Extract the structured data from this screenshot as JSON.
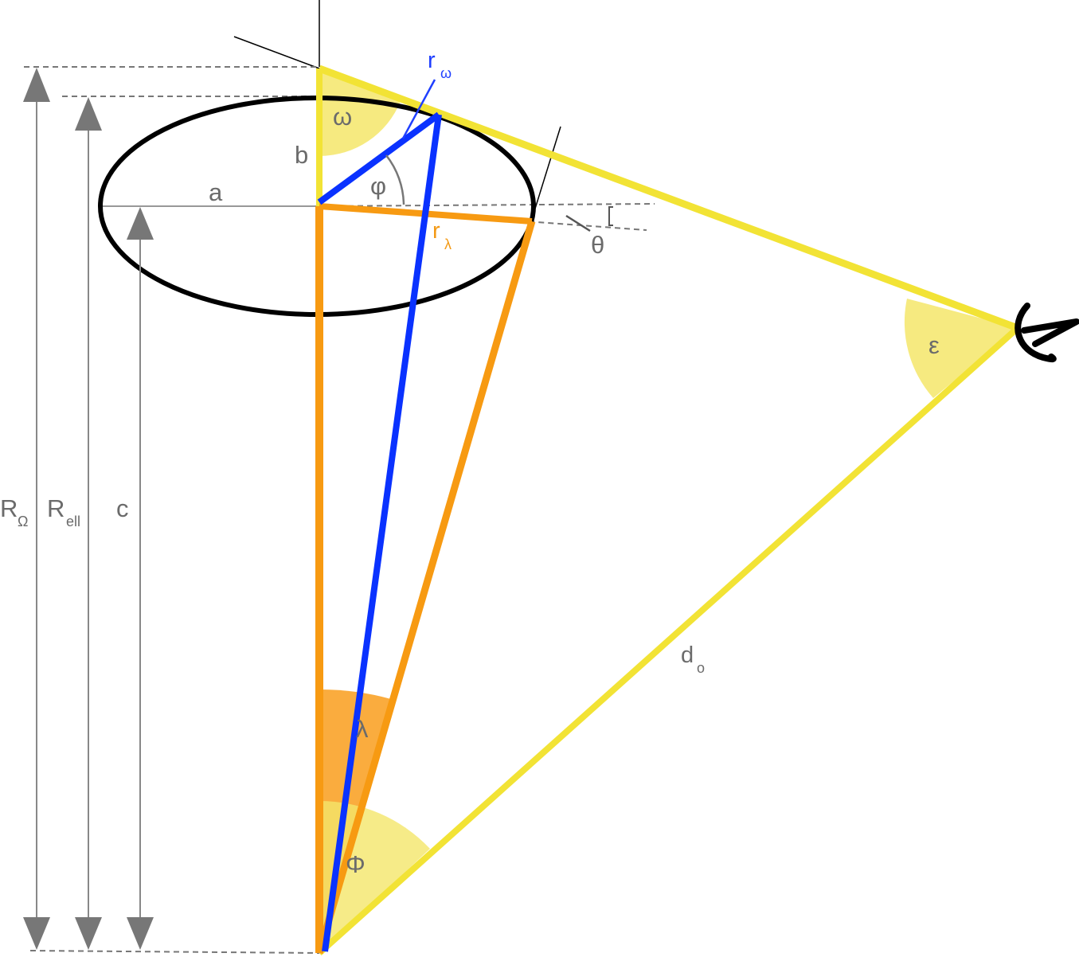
{
  "colors": {
    "yellow": "#f2e335",
    "yellow_fill": "#f4e66a",
    "orange": "#f79a12",
    "orange_fill": "#f99d1c",
    "blue": "#0a32ff",
    "label_gray": "#6b6b6b",
    "dim_gray": "#7a7a7a"
  },
  "icons": {
    "observer": "eye-icon"
  },
  "labels": {
    "r_omega_main": "r",
    "r_omega_sub": "ω",
    "omega": "ω",
    "b": "b",
    "a": "a",
    "phi_small": "φ",
    "r_lambda_main": "r",
    "r_lambda_sub": "λ",
    "theta": "θ",
    "epsilon": "ε",
    "R_Omega_main": "R",
    "R_Omega_sub": "Ω",
    "R_ell_main": "R",
    "R_ell_sub": "ell",
    "c": "c",
    "d_o_main": "d",
    "d_o_sub": "o",
    "lambda": "λ",
    "Phi": "Φ"
  }
}
